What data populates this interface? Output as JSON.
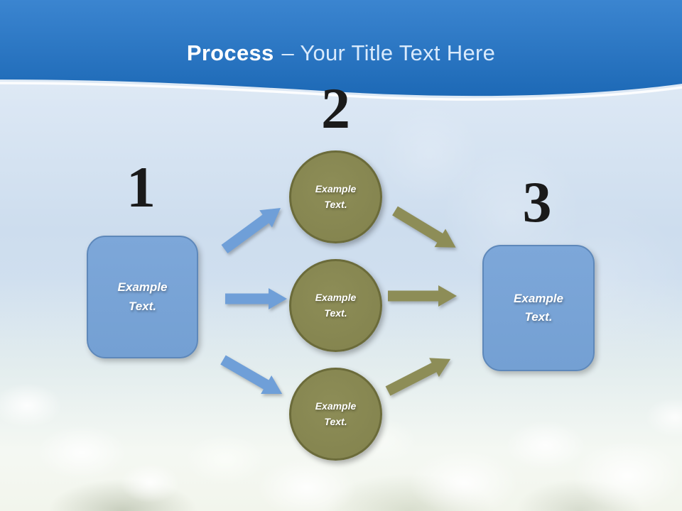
{
  "header": {
    "title_bold": "Process",
    "title_rest": "– Your Title Text Here"
  },
  "steps": [
    {
      "number": "1",
      "label": "Example Text."
    },
    {
      "number": "2",
      "label": "Example Text."
    },
    {
      "number": "3",
      "label": "Example Text."
    }
  ],
  "circles": [
    {
      "label": "Example Text."
    },
    {
      "label": "Example Text."
    },
    {
      "label": "Example Text."
    }
  ],
  "colors": {
    "header_top": "#3b85d0",
    "header_bottom": "#1d69b6",
    "title_highlight": "#ffffff",
    "title_rest": "#d9eafc",
    "number_color": "#1a1a1a",
    "box_fill": "#7da7d9",
    "box_border": "#5e88ba",
    "circle_fill": "#8d8d57",
    "circle_border": "#6b6b3a",
    "arrow_blue": "#6f9fd8",
    "arrow_olive": "#8d8d57",
    "label_color": "#ffffff"
  }
}
